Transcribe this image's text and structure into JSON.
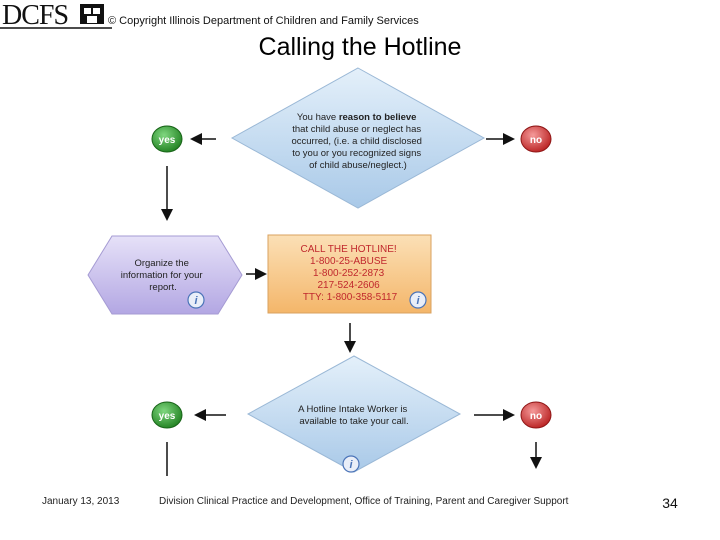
{
  "header": {
    "logo_text": "DCFS",
    "copyright": "© Copyright  Illinois Department of Children and Family Services"
  },
  "title": "Calling the Hotline",
  "nodes": {
    "yes_top": "yes",
    "no_top": "no",
    "decision1_lines": [
      [
        "You have ",
        "reason to believe"
      ],
      [
        "that child abuse or neglect has"
      ],
      [
        "occurred, (i.e. a child disclosed"
      ],
      [
        "to you or you recognized signs"
      ],
      [
        "of child abuse/neglect.)"
      ]
    ],
    "organize_lines": [
      "Organize the",
      "information for your",
      "report."
    ],
    "hotline_lines": [
      "CALL THE HOTLINE!",
      "1-800-25-ABUSE",
      "1-800-252-2873",
      "217-524-2606",
      "TTY: 1-800-358-5117"
    ],
    "decision2_lines": [
      "A Hotline Intake Worker is",
      "available to take your call."
    ],
    "yes_bottom": "yes",
    "no_bottom": "no",
    "info_glyph": "i"
  },
  "colors": {
    "yes_green": "#2f9b2f",
    "no_red": "#d83a3a",
    "decision_blue": "#bcd6ee",
    "organize_purple": "#c9c0ec",
    "hotline_orange": "#f7c98b",
    "hotline_text": "#c0282d",
    "info_blue": "#4b74b8"
  },
  "footer": {
    "date": "January 13, 2013",
    "division": "Division Clinical Practice and Development, Office of Training, Parent and Caregiver Support",
    "page": "34"
  }
}
